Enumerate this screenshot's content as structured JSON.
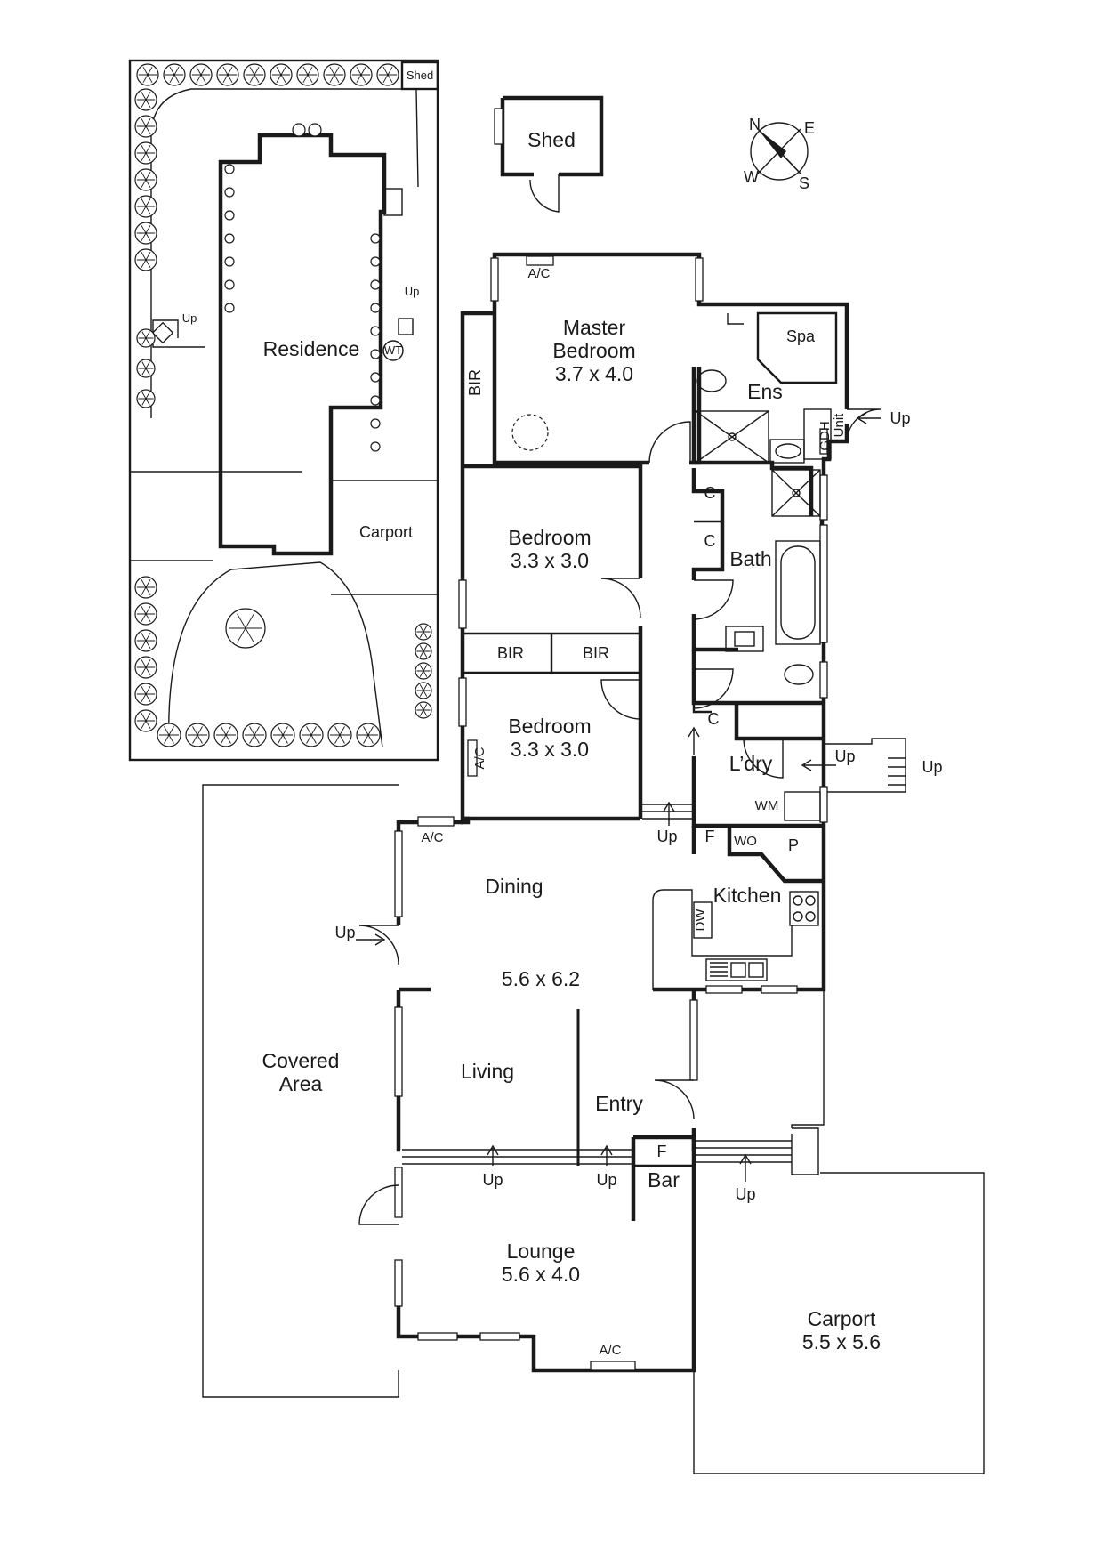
{
  "site": {
    "shed": "Shed",
    "residence": "Residence",
    "wt": "WT",
    "up": "Up",
    "carport": "Carport"
  },
  "compass": {
    "n": "N",
    "e": "E",
    "s": "S",
    "w": "W"
  },
  "shed": "Shed",
  "rooms": {
    "master": {
      "line1": "Master",
      "line2": "Bedroom",
      "size": "3.7 x 4.0"
    },
    "spa": "Spa",
    "ens": "Ens",
    "gdh_1": "GDH",
    "gdh_2": "Unit",
    "bir_master": "BIR",
    "bedroom2": {
      "name": "Bedroom",
      "size": "3.3 x 3.0"
    },
    "bedroom3": {
      "name": "Bedroom",
      "size": "3.3 x 3.0"
    },
    "bir_left": "BIR",
    "bir_right": "BIR",
    "c1": "C",
    "c2": "C",
    "c3": "C",
    "bath": "Bath",
    "laundry": "L’dry",
    "wm": "WM",
    "f_pantry": "F",
    "wo": "WO",
    "p": "P",
    "kitchen": "Kitchen",
    "dw": "DW",
    "dining": "Dining",
    "dining_size": "5.6 x 6.2",
    "living": "Living",
    "entry": "Entry",
    "f_bar": "F",
    "bar": "Bar",
    "lounge": {
      "name": "Lounge",
      "size": "5.6 x 4.0"
    },
    "covered": {
      "line1": "Covered",
      "line2": "Area"
    },
    "carport": {
      "name": "Carport",
      "size": "5.5 x 5.6"
    }
  },
  "fixtures": {
    "ac": "A/C",
    "up": "Up"
  }
}
